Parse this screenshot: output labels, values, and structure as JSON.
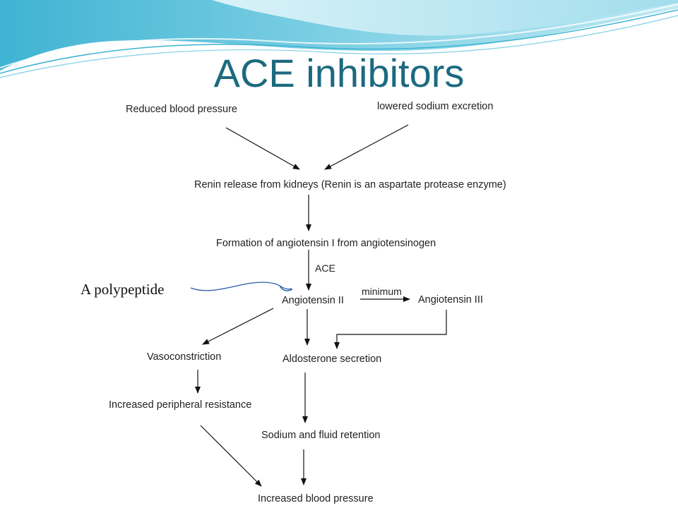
{
  "title": "ACE inhibitors",
  "nodes": {
    "reduced_bp": "Reduced blood pressure",
    "lowered_sodium": "lowered sodium excretion",
    "renin_release": "Renin release from kidneys (Renin is an aspartate protease enzyme)",
    "formation_ang1": "Formation of angiotensin I from angiotensinogen",
    "ang2": "Angiotensin II",
    "ang3": "Angiotensin III",
    "vasoconstriction": "Vasoconstriction",
    "aldosterone": "Aldosterone secretion",
    "peripheral_resistance": "Increased peripheral resistance",
    "sodium_retention": "Sodium and fluid retention",
    "increased_bp": "Increased blood pressure"
  },
  "edge_labels": {
    "ace": "ACE",
    "minimum": "minimum"
  },
  "annotation": "A polypeptide",
  "colors": {
    "title": "#1c6a80",
    "annotation_stroke": "#2a5ea8",
    "arrow": "#111111",
    "wave_light": "#c9eef5",
    "wave_mid": "#7fd0e4",
    "wave_dark": "#3fb3d3"
  }
}
